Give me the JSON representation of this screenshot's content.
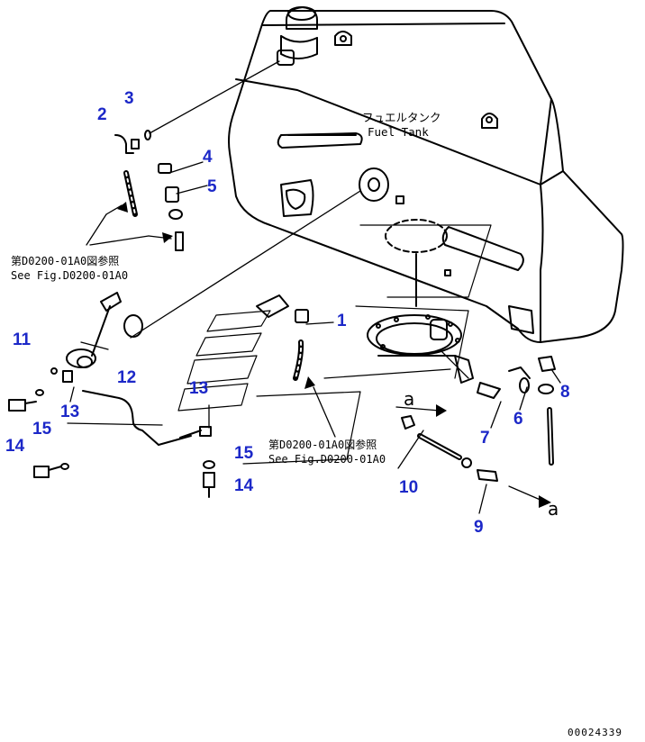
{
  "tank": {
    "label_jp": "フュエルタンク",
    "label_en": "Fuel Tank"
  },
  "references": [
    {
      "jp": "第D0200-01A0図参照",
      "en": "See Fig.D0200-01A0"
    },
    {
      "jp": "第D0200-01A0図参照",
      "en": "See Fig.D0200-01A0"
    }
  ],
  "callouts": {
    "c1": "1",
    "c2": "2",
    "c3": "3",
    "c4": "4",
    "c5": "5",
    "c6": "6",
    "c7": "7",
    "c8": "8",
    "c9": "9",
    "c10": "10",
    "c11": "11",
    "c12": "12",
    "c13a": "13",
    "c13b": "13",
    "c14a": "14",
    "c14b": "14",
    "c15a": "15",
    "c15b": "15"
  },
  "arrow_letters": {
    "a1": "a",
    "a2": "a"
  },
  "colors": {
    "callout": "#1c28c8",
    "line": "#000000"
  },
  "part_number": "00024339"
}
